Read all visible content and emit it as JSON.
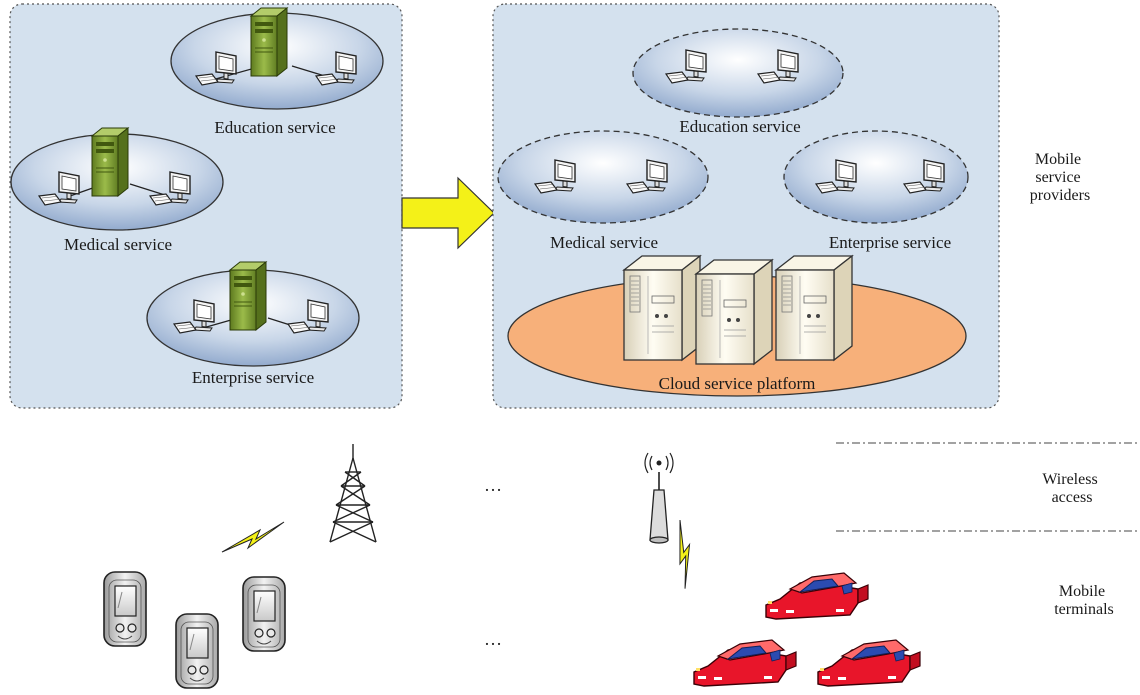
{
  "left_panel": {
    "education_label": "Education service",
    "medical_label": "Medical service",
    "enterprise_label": "Enterprise service"
  },
  "right_panel": {
    "education_label": "Education service",
    "medical_label": "Medical service",
    "enterprise_label": "Enterprise service",
    "cloud_label": "Cloud service platform"
  },
  "layers": {
    "providers": [
      "Mobile",
      "service",
      "providers"
    ],
    "wireless": [
      "Wireless",
      "access"
    ],
    "terminals": [
      "Mobile",
      "terminals"
    ]
  },
  "ellipsis_upper": "…",
  "ellipsis_lower": "…",
  "colors": {
    "panel_fill": "#d4e1ee",
    "arrow": "#f4f118",
    "cloud_ellipse": "#f7b07a",
    "server_green": "#7c9b32",
    "car_red": "#e8152a",
    "car_window": "#2b4bb0",
    "lightning": "#f4f118"
  }
}
